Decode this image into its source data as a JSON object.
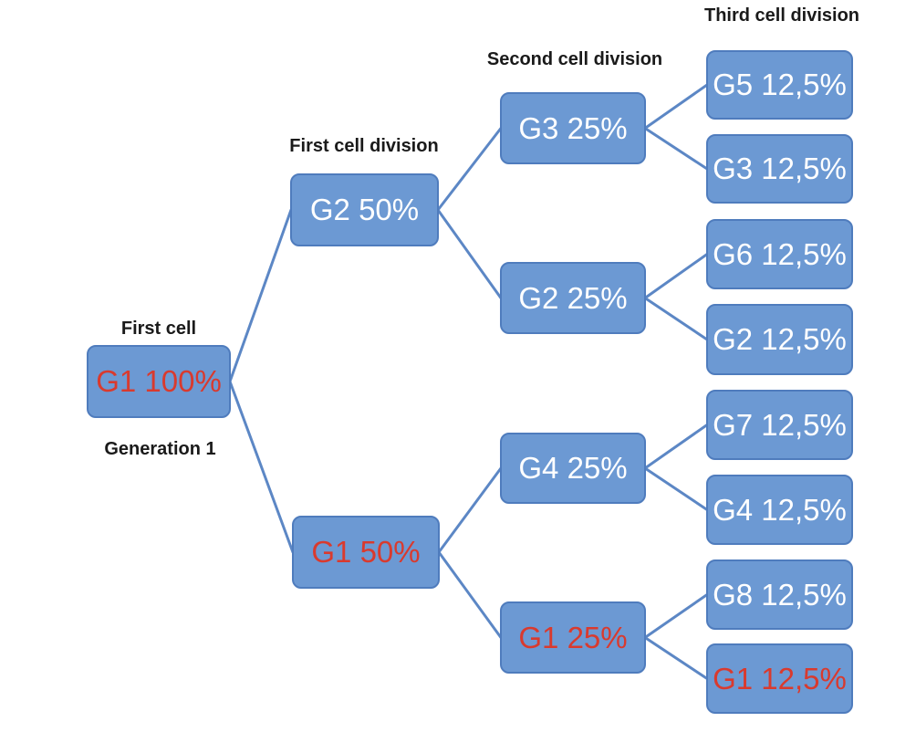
{
  "annotations": {
    "first_cell": "First cell",
    "generation_1": "Generation 1",
    "first_division": "First cell division",
    "second_division": "Second cell division",
    "third_division": "Third cell division"
  },
  "colors": {
    "background": "#FFFFFF",
    "node_fill": "#6C99D3",
    "node_border": "#4F7CBD",
    "edge": "#5C87C5",
    "text_white": "#FFFFFF",
    "text_red": "#D93A2E",
    "annotation_text": "#1A1A1A"
  },
  "nodes": [
    {
      "id": "g1_100",
      "label": "G1 100%",
      "text_color": "#D93A2E"
    },
    {
      "id": "g2_50",
      "label": "G2 50%",
      "text_color": "#FFFFFF"
    },
    {
      "id": "g1_50",
      "label": "G1 50%",
      "text_color": "#D93A2E"
    },
    {
      "id": "g3_25",
      "label": "G3 25%",
      "text_color": "#FFFFFF"
    },
    {
      "id": "g2_25",
      "label": "G2 25%",
      "text_color": "#FFFFFF"
    },
    {
      "id": "g4_25",
      "label": "G4 25%",
      "text_color": "#FFFFFF"
    },
    {
      "id": "g1_25",
      "label": "G1 25%",
      "text_color": "#D93A2E"
    },
    {
      "id": "g5_125",
      "label": "G5 12,5%",
      "text_color": "#FFFFFF"
    },
    {
      "id": "g3_125",
      "label": "G3 12,5%",
      "text_color": "#FFFFFF"
    },
    {
      "id": "g6_125",
      "label": "G6 12,5%",
      "text_color": "#FFFFFF"
    },
    {
      "id": "g2_125",
      "label": "G2 12,5%",
      "text_color": "#FFFFFF"
    },
    {
      "id": "g7_125",
      "label": "G7 12,5%",
      "text_color": "#FFFFFF"
    },
    {
      "id": "g4_125",
      "label": "G4 12,5%",
      "text_color": "#FFFFFF"
    },
    {
      "id": "g8_125",
      "label": "G8 12,5%",
      "text_color": "#FFFFFF"
    },
    {
      "id": "g1_125",
      "label": "G1 12,5%",
      "text_color": "#D93A2E"
    }
  ],
  "edges": [
    [
      "g1_100",
      "g2_50"
    ],
    [
      "g1_100",
      "g1_50"
    ],
    [
      "g2_50",
      "g3_25"
    ],
    [
      "g2_50",
      "g2_25"
    ],
    [
      "g1_50",
      "g4_25"
    ],
    [
      "g1_50",
      "g1_25"
    ],
    [
      "g3_25",
      "g5_125"
    ],
    [
      "g3_25",
      "g3_125"
    ],
    [
      "g2_25",
      "g6_125"
    ],
    [
      "g2_25",
      "g2_125"
    ],
    [
      "g4_25",
      "g7_125"
    ],
    [
      "g4_25",
      "g4_125"
    ],
    [
      "g1_25",
      "g8_125"
    ],
    [
      "g1_25",
      "g1_125"
    ]
  ]
}
